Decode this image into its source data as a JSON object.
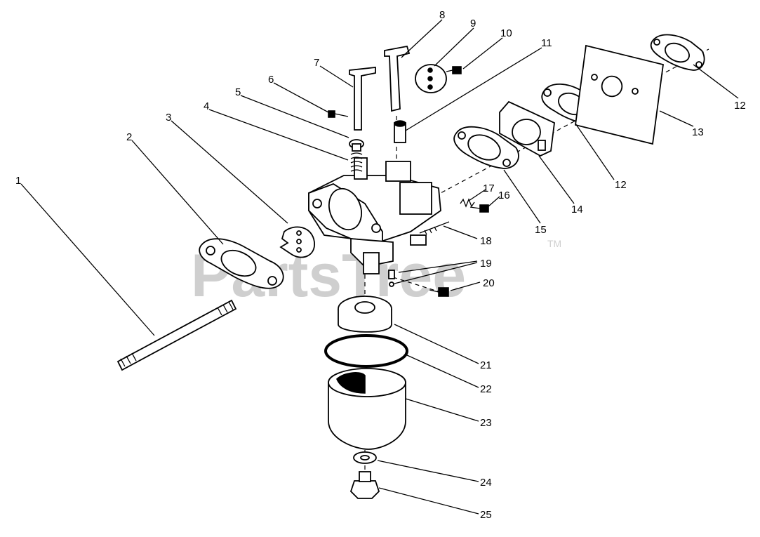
{
  "watermark": {
    "text": "PartsTree",
    "trademark": "TM"
  },
  "callouts": [
    "1",
    "2",
    "3",
    "4",
    "5",
    "6",
    "7",
    "8",
    "9",
    "10",
    "11",
    "12",
    "12",
    "13",
    "14",
    "15",
    "16",
    "17",
    "18",
    "19",
    "20",
    "21",
    "22",
    "23",
    "24",
    "25"
  ]
}
